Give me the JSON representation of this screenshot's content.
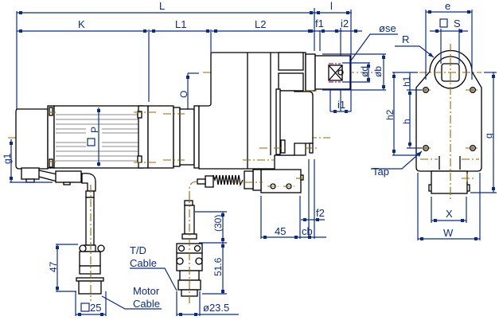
{
  "drawing": {
    "title": "Rotary actuator dimensional drawing",
    "dimensions": {
      "L": "L",
      "K": "K",
      "L1": "L1",
      "L2": "L2",
      "l": "l",
      "f1": "f1",
      "i2": "i2",
      "i1": "i1",
      "ose": "øse",
      "od": "ød",
      "ob": "øb",
      "O": "O",
      "P": "P",
      "g1": "g1",
      "f2": "f2",
      "cb": "cb",
      "d45": "45",
      "d30": "(30)",
      "d516": "51.6",
      "d47": "47",
      "d235": "ø23.5",
      "sq25": "25",
      "e": "e",
      "S": "S",
      "R": "R",
      "h1": "h1",
      "h2": "h2",
      "h": "h",
      "g": "g",
      "X": "X",
      "W": "W"
    },
    "callouts": {
      "tap": "Tap",
      "td_cable_line1": "T/D",
      "td_cable_line2": "Cable",
      "motor_cable_line1": "Motor",
      "motor_cable_line2": "Cable"
    },
    "colors": {
      "dimension": "#0a2a8c",
      "outline": "#000000",
      "centerline": "#9a6400",
      "shaft_hidden": "#a0208f"
    }
  }
}
